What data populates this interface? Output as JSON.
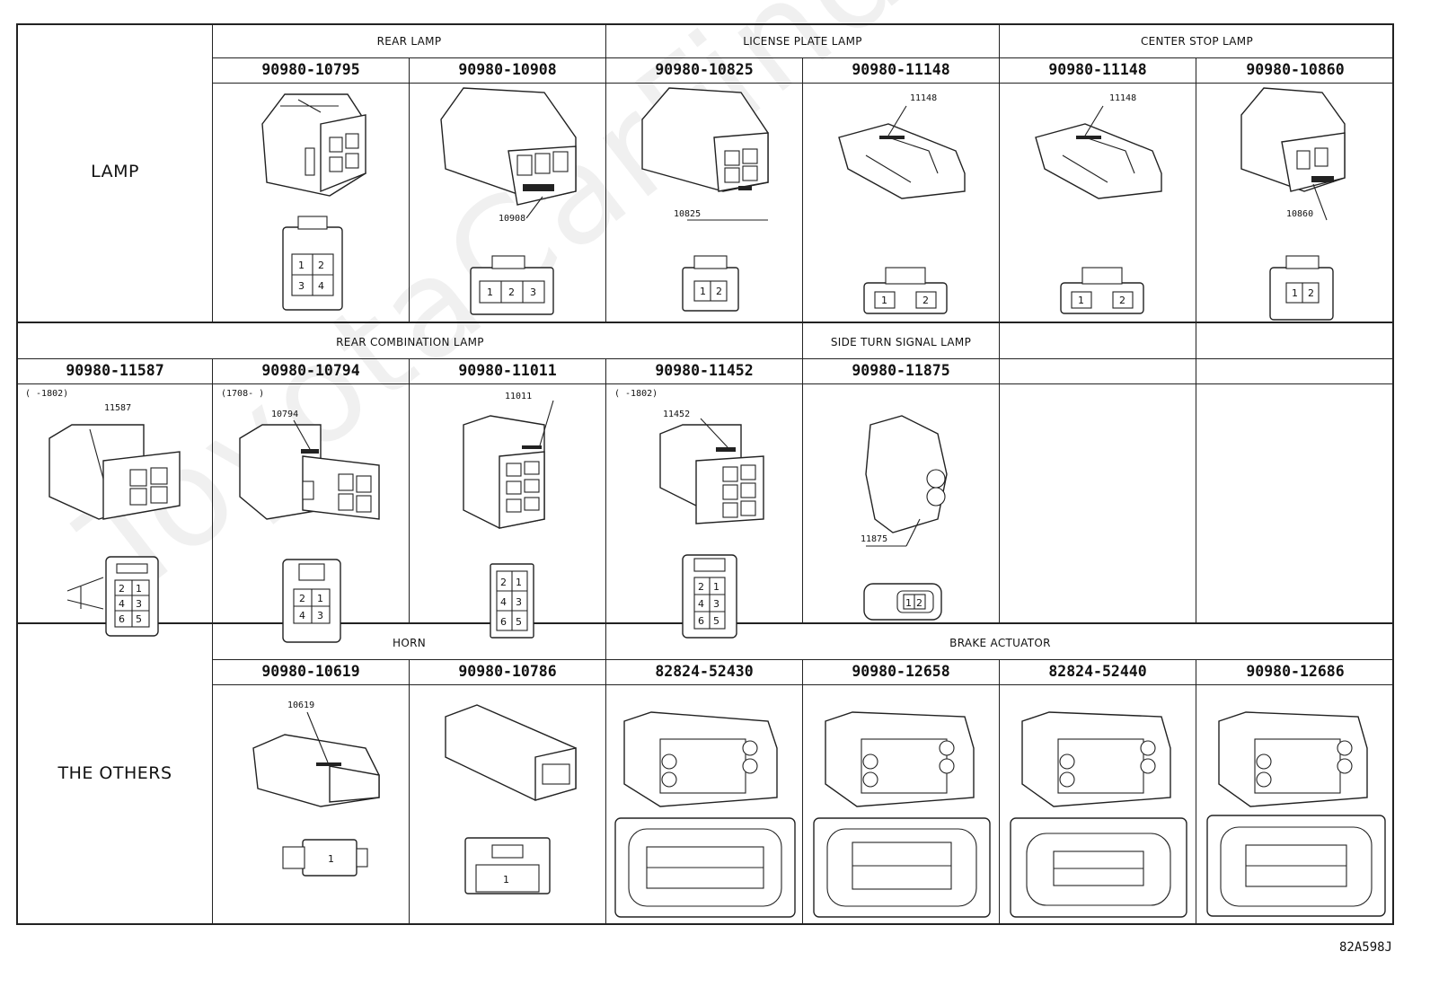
{
  "watermark": "ToyotaCarFinder.ru",
  "drawing_code": "82A598J",
  "rows": {
    "lamp": "LAMP",
    "others": "THE OTHERS"
  },
  "groups": {
    "rear_lamp": "REAR LAMP",
    "license_plate_lamp": "LICENSE PLATE LAMP",
    "center_stop_lamp": "CENTER STOP LAMP",
    "rear_combination_lamp": "REAR COMBINATION LAMP",
    "side_turn_signal_lamp": "SIDE TURN SIGNAL LAMP",
    "horn": "HORN",
    "brake_actuator": "BRAKE ACTUATOR"
  },
  "parts_row1": [
    "90980-10795",
    "90980-10908",
    "90980-10825",
    "90980-11148",
    "90980-11148",
    "90980-10860"
  ],
  "parts_row2": [
    "90980-11587",
    "90980-10794",
    "90980-11011",
    "90980-11452",
    "90980-11875"
  ],
  "parts_row3": [
    "90980-10619",
    "90980-10786",
    "82824-52430",
    "90980-12658",
    "82824-52440",
    "90980-12686"
  ],
  "callouts": {
    "c10908": "10908",
    "c10825": "10825",
    "c11148a": "11148",
    "c11148b": "11148",
    "c10860": "10860",
    "c11587": "11587",
    "c10794": "10794",
    "c11011": "11011",
    "c11452": "11452",
    "c11875": "11875",
    "c10619": "10619"
  },
  "notes": {
    "n11587": "(     -1802)",
    "n10794": "(1708-     )",
    "n11452": "(     -1802)"
  },
  "pins": {
    "p1": "1",
    "p2": "2",
    "p3": "3",
    "p4": "4",
    "p5": "5",
    "p6": "6"
  }
}
